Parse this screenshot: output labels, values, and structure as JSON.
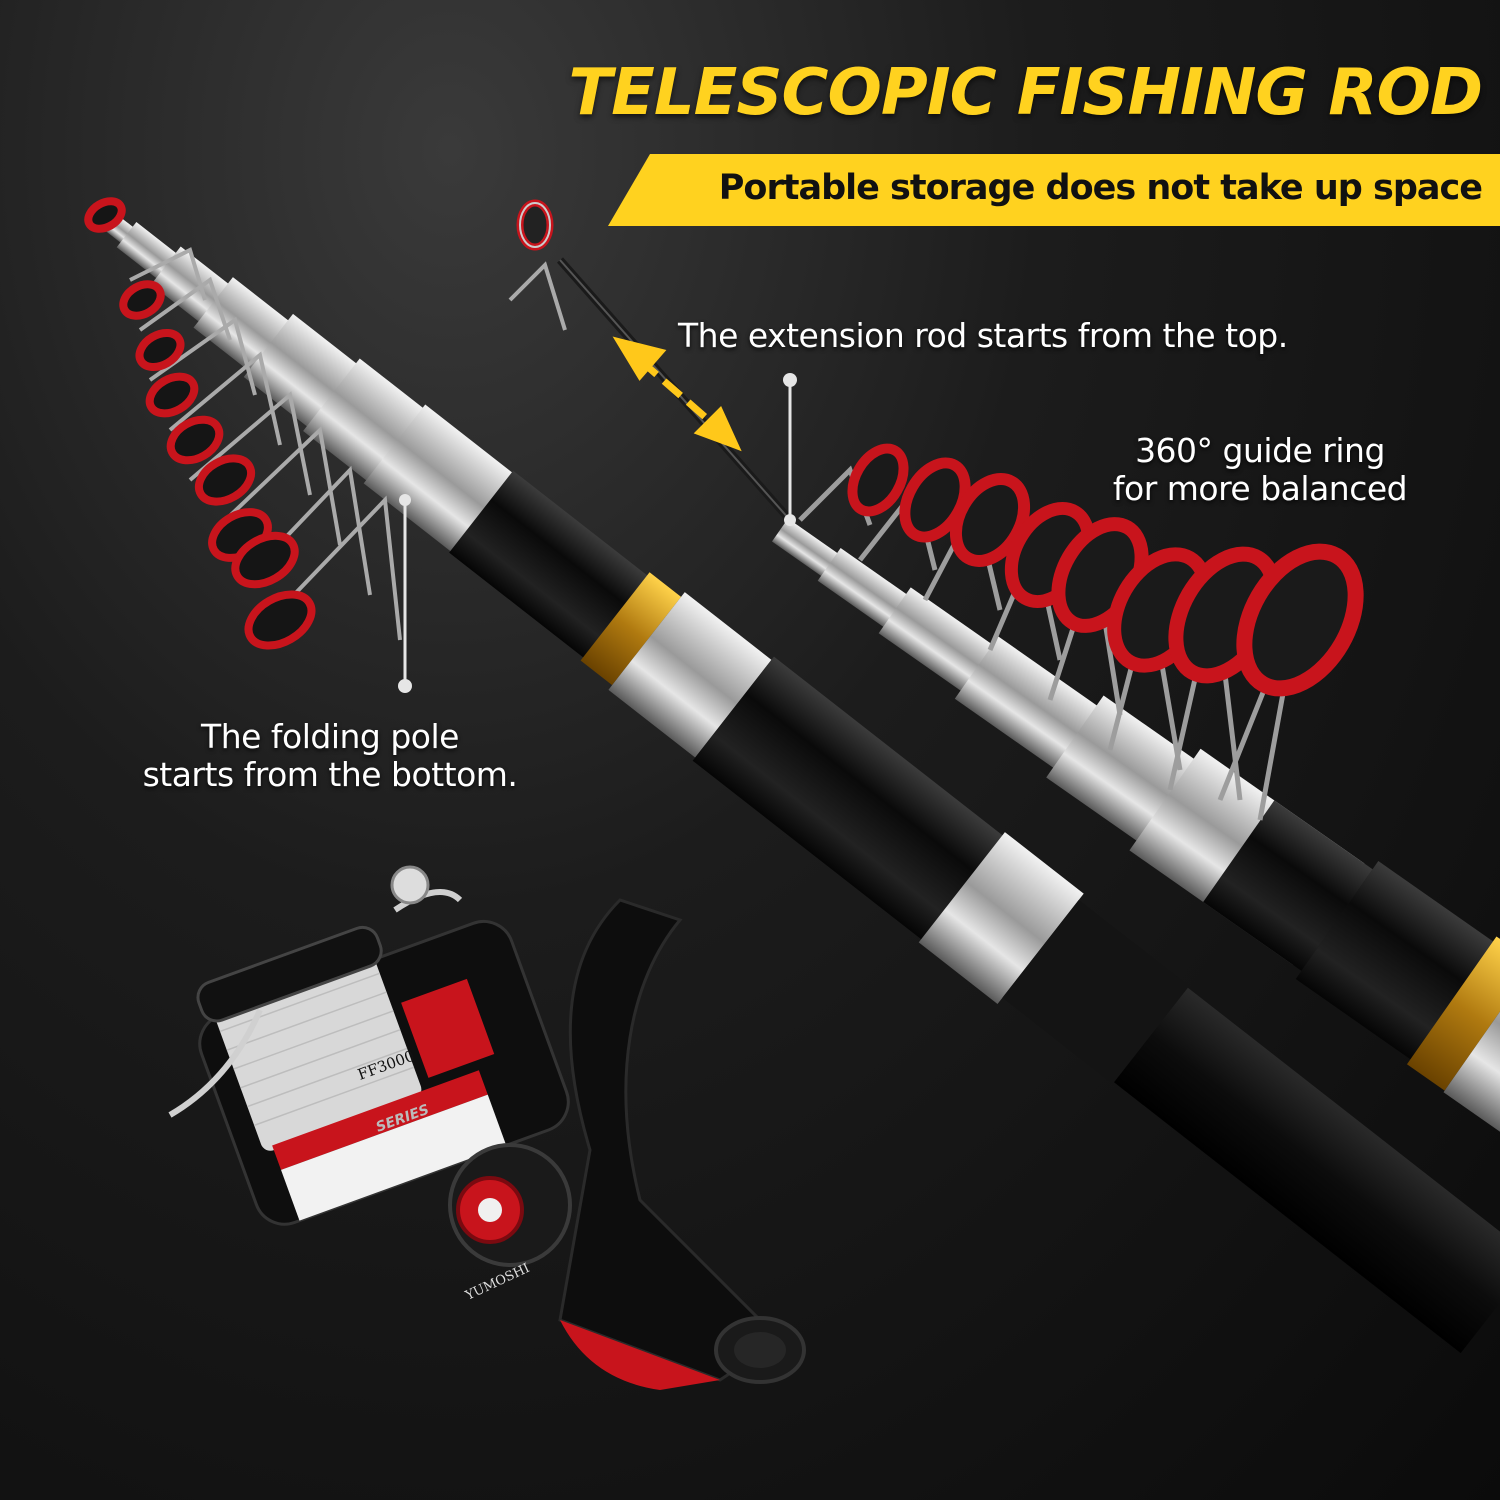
{
  "headline": "TELESCOPIC FISHING ROD",
  "banner": "Portable storage does not take up space",
  "callouts": {
    "extension": "The extension rod starts from the top.",
    "guide_ring_line1": "360° guide ring",
    "guide_ring_line2": "for more balanced",
    "folding_line1": "The folding pole",
    "folding_line2": "starts from the bottom."
  },
  "reel": {
    "brand": "YUMOSHI",
    "model": "FF3000",
    "series": "SERIES"
  },
  "colors": {
    "accent": "#ffd21f",
    "background": "#111111",
    "guide_red": "#c8141c"
  },
  "icons": [
    "double-arrow-icon",
    "pointer-dot-icon"
  ]
}
